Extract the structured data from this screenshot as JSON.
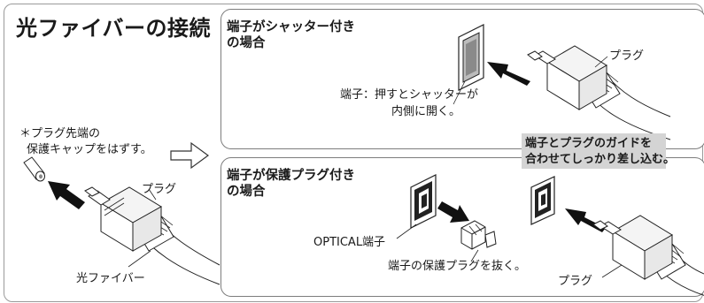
{
  "title": "光ファイバーの接続",
  "note": {
    "line1": "＊プラグ先端の",
    "line2": "保護キャップをはずす。"
  },
  "left_labels": {
    "plug": "プラグ",
    "fiber": "光ファイバー"
  },
  "panel_shutter": {
    "title_line1": "端子がシャッター付き",
    "title_line2": "の場合",
    "caption_line1": "端子：押すとシャッターが",
    "caption_line2": "内側に開く。",
    "plug": "プラグ"
  },
  "panel_protect": {
    "title_line1": "端子が保護プラグ付き",
    "title_line2": "の場合",
    "optical": "OPTICAL端子",
    "caption": "端子の保護プラグを抜く。",
    "plug": "プラグ"
  },
  "callout": {
    "line1": "端子とプラグのガイドを",
    "line2": "合わせてしっかり差し込む。"
  }
}
